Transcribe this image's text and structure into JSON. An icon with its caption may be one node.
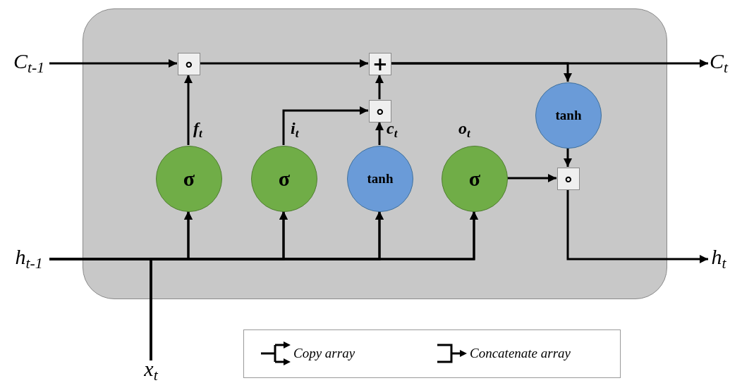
{
  "diagram": {
    "nodes": [
      {
        "text": [],
        "shape": "box"
      },
      {
        "text": [
          "C$_{t-1}$"
        ]
      },
      {
        "text": [
          "h$_{t-1}$"
        ]
      },
      {
        "text": [
          "x$_{t}$"
        ]
      },
      {
        "text": [
          "C$_{t}$"
        ]
      },
      {
        "text": [
          "h$_{t}$"
        ]
      },
      {
        "text": [
          "∘"
        ],
        "in": 0
      },
      {
        "text": [
          "+"
        ],
        "in": 0
      },
      {
        "text": [
          "∘"
        ],
        "in": 0
      },
      {
        "text": [
          "∘"
        ],
        "in": 0
      },
      {
        "text": [
          "σ"
        ],
        "in": 0,
        "beside": [
          "f$_{t}$"
        ]
      },
      {
        "text": [
          "σ"
        ],
        "in": 0,
        "beside": [
          "i$_{t}$"
        ]
      },
      {
        "text": [
          "tanh"
        ],
        "in": 0,
        "beside": [
          "c$_{t}$"
        ]
      },
      {
        "text": [
          "σ"
        ],
        "in": 0,
        "beside": [
          "o$_{t}$"
        ]
      },
      {
        "text": [
          "tanh"
        ],
        "in": 0
      }
    ],
    "edges": [
      {
        "from": 1,
        "to": 6,
        "arrow": "to"
      },
      {
        "from": 6,
        "to": 7,
        "arrow": "to"
      },
      {
        "from": 7,
        "to": 4,
        "arrow": "to"
      },
      {
        "from": 7,
        "to": 14,
        "arrow": "to"
      },
      {
        "from": 10,
        "to": 6,
        "arrow": "to"
      },
      {
        "from": 11,
        "to": 8,
        "arrow": "to"
      },
      {
        "from": 12,
        "to": 8,
        "arrow": "to"
      },
      {
        "from": 8,
        "to": 7,
        "arrow": "to"
      },
      {
        "from": 13,
        "to": 9,
        "arrow": "to"
      },
      {
        "from": 14,
        "to": 9,
        "arrow": "to"
      },
      {
        "from": 9,
        "to": 5,
        "arrow": "to"
      },
      {
        "from": 2,
        "to": 10,
        "arrow": "to"
      },
      {
        "from": 2,
        "to": 11,
        "arrow": "to"
      },
      {
        "from": 2,
        "to": 12,
        "arrow": "to"
      },
      {
        "from": 2,
        "to": 13,
        "arrow": "to"
      },
      {
        "from": 3,
        "to": 10,
        "arrow": "to"
      },
      {
        "from": 3,
        "to": 11,
        "arrow": "to"
      },
      {
        "from": 3,
        "to": 12,
        "arrow": "to"
      },
      {
        "from": 3,
        "to": 13,
        "arrow": "to"
      }
    ],
    "legend": [
      {
        "text": "Copy array"
      },
      {
        "text": "Concatenate array"
      }
    ]
  }
}
